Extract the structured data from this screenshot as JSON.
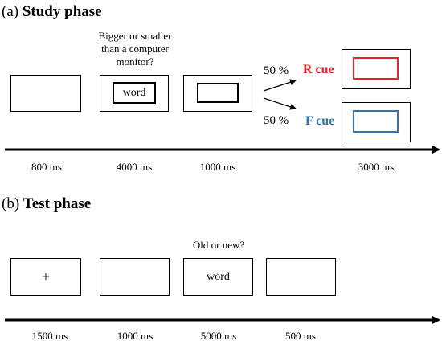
{
  "study": {
    "heading_prefix": "(a)",
    "heading_title": "Study phase",
    "question_line1": "Bigger or smaller",
    "question_line2": "than a computer",
    "question_line3": "monitor?",
    "word": "word",
    "pct_r": "50 %",
    "pct_f": "50 %",
    "r_cue": "R cue",
    "f_cue": "F cue",
    "r_color": "#e8212b",
    "f_color": "#2e75b6",
    "durations": [
      "800 ms",
      "4000 ms",
      "1000 ms",
      "3000 ms"
    ]
  },
  "test": {
    "heading_prefix": "(b)",
    "heading_title": "Test phase",
    "question": "Old or new?",
    "fixation": "+",
    "word": "word",
    "durations": [
      "1500 ms",
      "1000 ms",
      "5000 ms",
      "500 ms"
    ]
  }
}
